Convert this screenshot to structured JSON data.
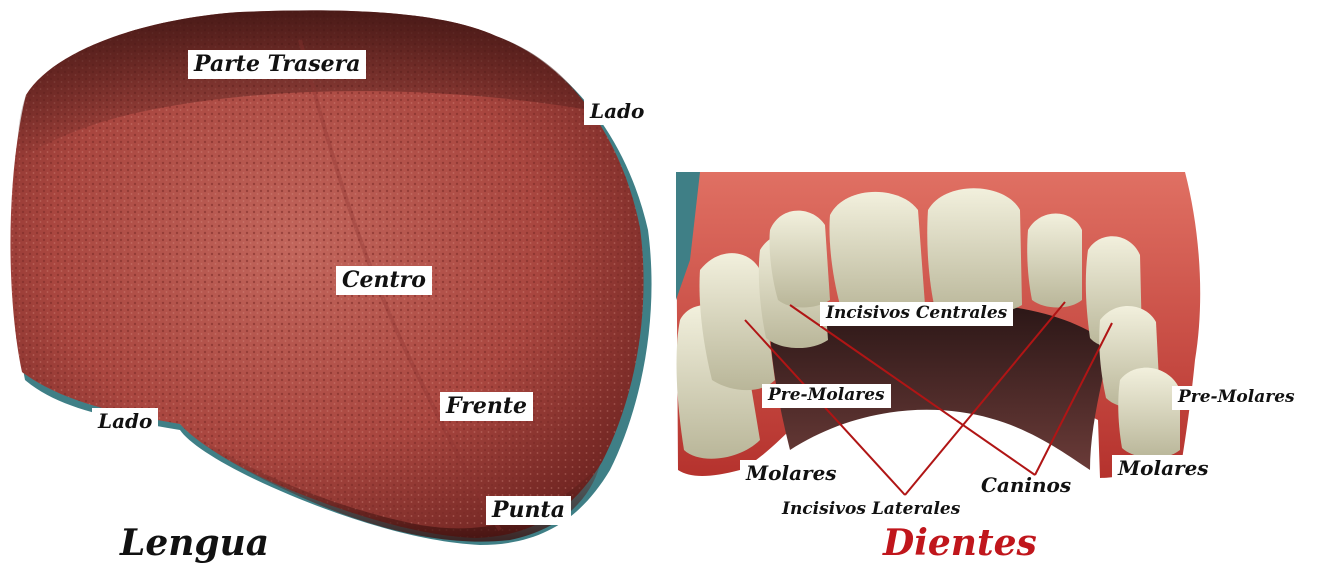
{
  "tongue": {
    "caption": "Lengua",
    "labels": {
      "back": "Parte Trasera",
      "side_right": "Lado",
      "center": "Centro",
      "front": "Frente",
      "side_left": "Lado",
      "tip": "Punta"
    }
  },
  "teeth": {
    "caption": "Dientes",
    "caption_color": "#c0161c",
    "labels": {
      "central_incisors": "Incisivos Centrales",
      "premolars_left": "Pre-Molares",
      "premolars_right": "Pre-Molares",
      "molars_left": "Molares",
      "molars_right": "Molares",
      "canines": "Caninos",
      "lateral_incisors": "Incisivos Laterales"
    },
    "leader_color": "#b01515"
  },
  "colors": {
    "tongue_base": "#b9524a",
    "tongue_dark": "#5a1a17",
    "tongue_edge": "#3f7f86",
    "gum": "#c8433c",
    "tooth": "#dcd9c0",
    "mouth_interior": "#3a2020"
  }
}
